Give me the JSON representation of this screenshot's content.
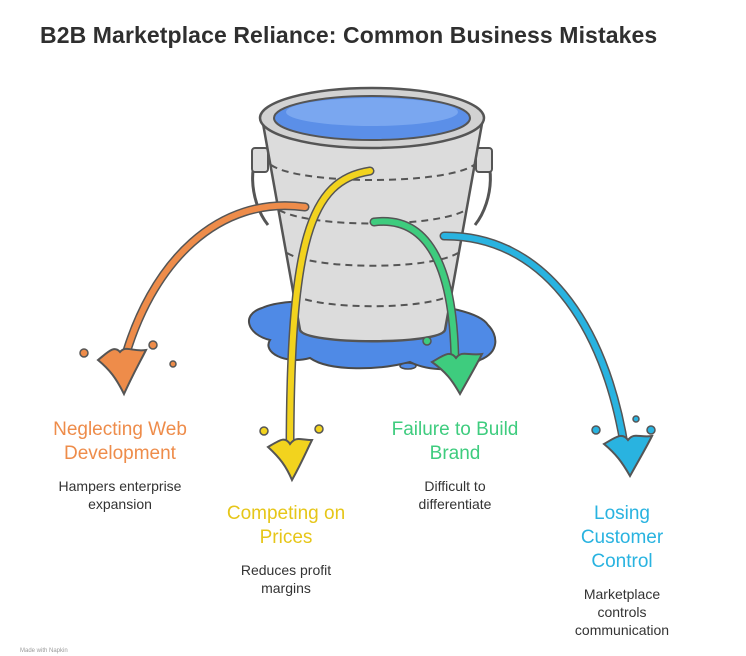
{
  "title": "B2B Marketplace Reliance: Common Business Mistakes",
  "mistakes": [
    {
      "label_lines": [
        "Neglecting Web",
        "Development"
      ],
      "desc_lines": [
        "Hampers enterprise",
        "expansion"
      ],
      "color": "#ee8c4a"
    },
    {
      "label_lines": [
        "Competing on",
        "Prices"
      ],
      "desc_lines": [
        "Reduces profit",
        "margins"
      ],
      "color": "#f2d31e"
    },
    {
      "label_lines": [
        "Failure to Build",
        "Brand"
      ],
      "desc_lines": [
        "Difficult to",
        "differentiate"
      ],
      "color": "#3ecc7e"
    },
    {
      "label_lines": [
        "Losing",
        "Customer",
        "Control"
      ],
      "desc_lines": [
        "Marketplace",
        "controls",
        "communication"
      ],
      "color": "#29b3e0"
    }
  ],
  "colors": {
    "bucket": "#dcdcdc",
    "bucket_outline": "#555555",
    "water": "#5b8fe8",
    "puddle": "#4f8ae6"
  },
  "footer": "Made with Napkin"
}
